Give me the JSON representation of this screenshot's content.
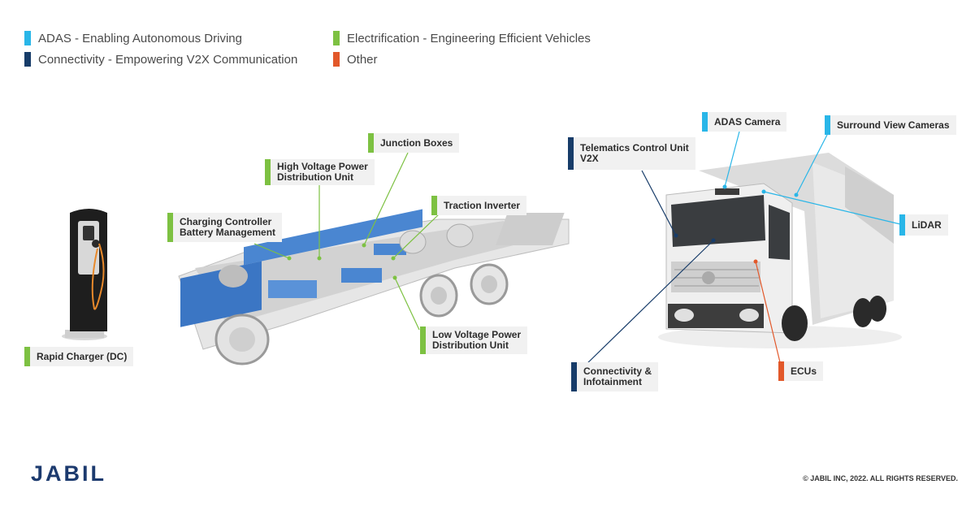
{
  "colors": {
    "adas": "#29b6e8",
    "electrification": "#7dc142",
    "connectivity": "#173c69",
    "other": "#e2582a"
  },
  "legend": [
    {
      "label": "ADAS - Enabling Autonomous Driving",
      "category": "adas"
    },
    {
      "label": "Electrification - Engineering Efficient Vehicles",
      "category": "electrification"
    },
    {
      "label": "Connectivity - Empowering V2X Communication",
      "category": "connectivity"
    },
    {
      "label": "Other",
      "category": "other"
    }
  ],
  "callouts": {
    "rapid_charger": {
      "label": "Rapid Charger (DC)",
      "category": "electrification"
    },
    "charging_controller": {
      "label": "Charging Controller\nBattery Management",
      "category": "electrification"
    },
    "hv_pdu": {
      "label": "High Voltage Power\nDistribution Unit",
      "category": "electrification"
    },
    "junction_boxes": {
      "label": "Junction Boxes",
      "category": "electrification"
    },
    "traction_inverter": {
      "label": "Traction Inverter",
      "category": "electrification"
    },
    "lv_pdu": {
      "label": "Low Voltage Power\nDistribution Unit",
      "category": "electrification"
    },
    "telematics": {
      "label": "Telematics Control Unit\nV2X",
      "category": "connectivity"
    },
    "adas_camera": {
      "label": "ADAS Camera",
      "category": "adas"
    },
    "surround_cameras": {
      "label": "Surround View Cameras",
      "category": "adas"
    },
    "lidar": {
      "label": "LiDAR",
      "category": "adas"
    },
    "connectivity_infotainment": {
      "label": "Connectivity &\nInfotainment",
      "category": "connectivity"
    },
    "ecus": {
      "label": "ECUs",
      "category": "other"
    }
  },
  "logo": "JABIL",
  "copyright": "© JABIL INC, 2022. ALL RIGHTS RESERVED."
}
